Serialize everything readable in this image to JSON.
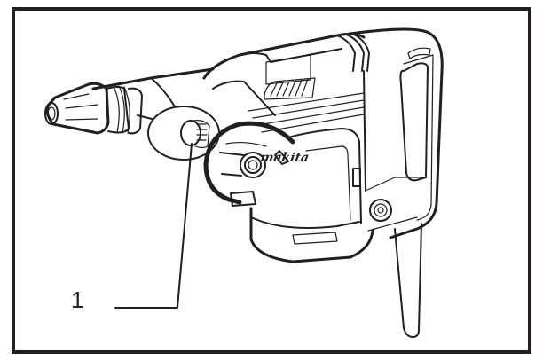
{
  "figure": {
    "subject": "Demolition hammer illustration",
    "brand_logo_text": "makita",
    "callouts": [
      {
        "number": "1",
        "label_text": "1"
      }
    ]
  },
  "colors": {
    "line": "#231f20",
    "background": "#ffffff"
  }
}
